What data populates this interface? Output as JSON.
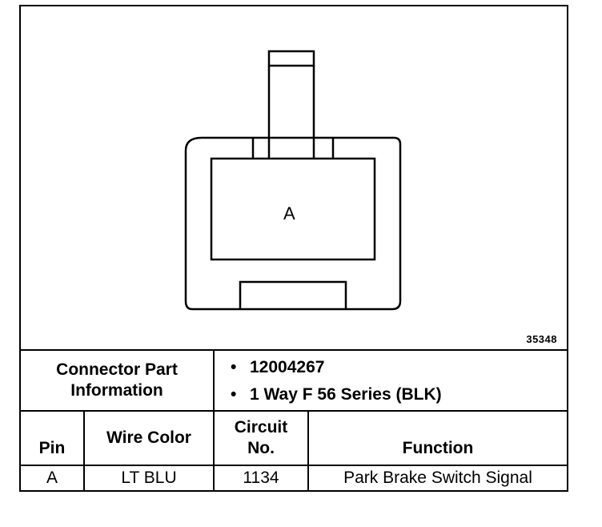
{
  "diagram": {
    "pin_label": "A",
    "reference_number": "35348"
  },
  "connector_info": {
    "heading_line1": "Connector Part",
    "heading_line2": "Information",
    "bullets": [
      "12004267",
      "1 Way F 56 Series (BLK)"
    ]
  },
  "table": {
    "headers": {
      "pin": "Pin",
      "wire_color": "Wire Color",
      "circuit_line1": "Circuit",
      "circuit_line2": "No.",
      "function": "Function"
    },
    "rows": [
      {
        "pin": "A",
        "wire_color": "LT BLU",
        "circuit": "1134",
        "function": "Park Brake Switch Signal"
      }
    ]
  }
}
